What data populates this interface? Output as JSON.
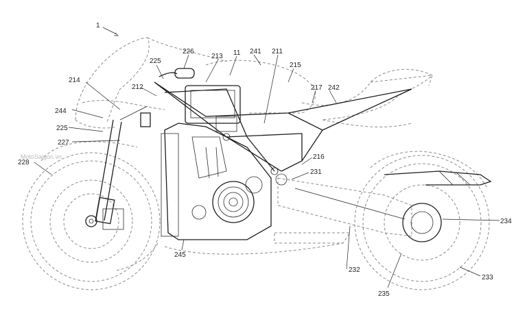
{
  "figure": {
    "number": "1",
    "watermark": "MotoSaigon.vn"
  },
  "labels": [
    {
      "id": "r226",
      "text": "226"
    },
    {
      "id": "r213",
      "text": "213"
    },
    {
      "id": "r11",
      "text": "11"
    },
    {
      "id": "r241",
      "text": "241"
    },
    {
      "id": "r211",
      "text": "211"
    },
    {
      "id": "r225a",
      "text": "225"
    },
    {
      "id": "r215",
      "text": "215"
    },
    {
      "id": "r214",
      "text": "214"
    },
    {
      "id": "r212",
      "text": "212"
    },
    {
      "id": "r217",
      "text": "217"
    },
    {
      "id": "r242",
      "text": "242"
    },
    {
      "id": "r244",
      "text": "244"
    },
    {
      "id": "r225b",
      "text": "225"
    },
    {
      "id": "r227",
      "text": "227"
    },
    {
      "id": "r228",
      "text": "228"
    },
    {
      "id": "r216",
      "text": "216"
    },
    {
      "id": "r231",
      "text": "231"
    },
    {
      "id": "r234",
      "text": "234"
    },
    {
      "id": "r245",
      "text": "245"
    },
    {
      "id": "r232",
      "text": "232"
    },
    {
      "id": "r233",
      "text": "233"
    },
    {
      "id": "r235",
      "text": "235"
    }
  ]
}
